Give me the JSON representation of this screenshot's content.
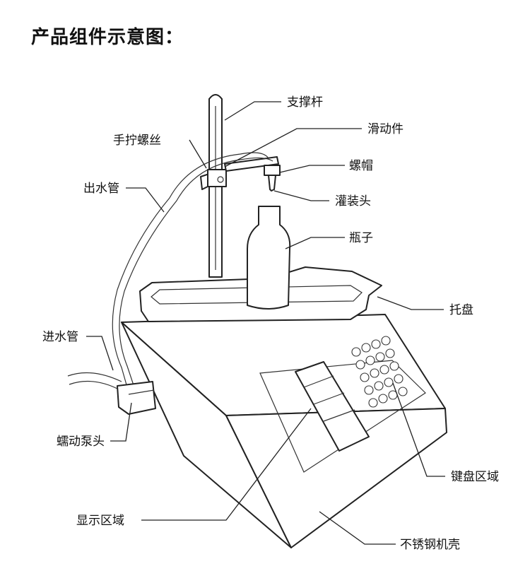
{
  "title": "产品组件示意图：",
  "labels": {
    "support_rod": "支撑杆",
    "slider": "滑动件",
    "hand_screw": "手拧螺丝",
    "nut": "螺帽",
    "outlet_pipe": "出水管",
    "filling_head": "灌装头",
    "bottle": "瓶子",
    "tray": "托盘",
    "inlet_pipe": "进水管",
    "pump_head": "蠕动泵头",
    "keypad_area": "键盘区域",
    "display_area": "显示区域",
    "stainless_shell": "不锈钢机壳"
  }
}
